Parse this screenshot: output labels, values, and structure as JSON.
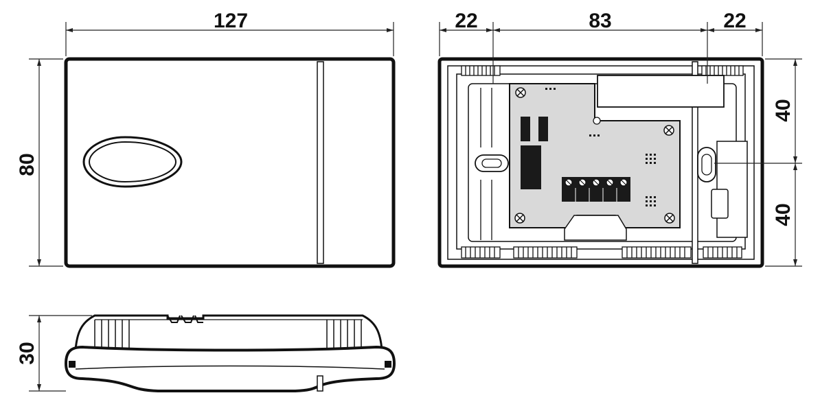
{
  "dimensions": {
    "front_width": "127",
    "front_height": "80",
    "rear_left": "22",
    "rear_middle": "83",
    "rear_right": "22",
    "rear_upper": "40",
    "rear_lower": "40",
    "side_depth": "30"
  },
  "colors": {
    "line": "#111111",
    "pcb_fill": "#d9d9d9",
    "terminal": "#1a1a1a"
  }
}
